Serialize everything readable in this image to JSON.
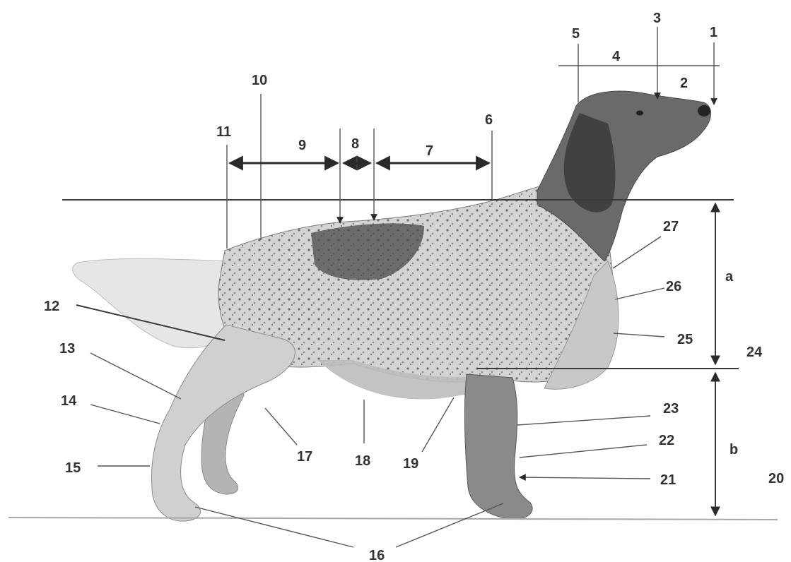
{
  "labels": {
    "l1": "1",
    "l2": "2",
    "l3": "3",
    "l4": "4",
    "l5": "5",
    "l6": "6",
    "l7": "7",
    "l8": "8",
    "l9": "9",
    "l10": "10",
    "l11": "11",
    "l12": "12",
    "l13": "13",
    "l14": "14",
    "l15": "15",
    "l16": "16",
    "l17": "17",
    "l18": "18",
    "l19": "19",
    "l20": "20",
    "l21": "21",
    "l22": "22",
    "l23": "23",
    "l24": "24",
    "l25": "25",
    "l26": "26",
    "l27": "27",
    "la": "a",
    "lb": "b"
  },
  "colors": {
    "ink": "#333333",
    "dog_dark": "#3c3c3c",
    "dog_mid": "#8a8a8a",
    "dog_light": "#d8d8d8"
  }
}
